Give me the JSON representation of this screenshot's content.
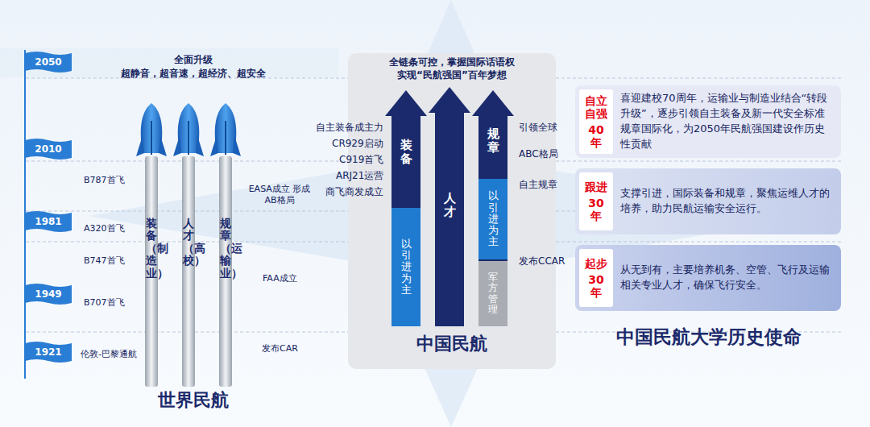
{
  "diagram": {
    "nodes": [
      {
        "text": [
          "2050"
        ]
      },
      {
        "text": [
          "2010"
        ]
      },
      {
        "text": [
          "1981"
        ]
      },
      {
        "text": [
          "1949"
        ]
      },
      {
        "text": [
          "1921"
        ]
      },
      {
        "text": [
          "装备（制造业）"
        ]
      },
      {
        "text": [
          "人才（高校）"
        ]
      },
      {
        "text": [
          "规章（运输业）"
        ]
      },
      {
        "text": [
          "全链条可控，掌握国际话语权 实现“民航强国”百年梦想",
          "中国民航"
        ]
      },
      {
        "text": [
          "装备"
        ],
        "in": 8
      },
      {
        "text": [
          "以引进为主"
        ],
        "in": 9
      },
      {
        "text": [
          "人才"
        ],
        "in": 8
      },
      {
        "text": [
          "规章"
        ],
        "in": 8
      },
      {
        "text": [
          "以引进为主"
        ],
        "in": 12
      },
      {
        "text": [
          "军方管理"
        ],
        "in": 12
      },
      {
        "text": [
          "自立自强",
          "40年",
          "喜迎建校70周年，运输业与制造业结合“转段升级”，逐步引领自主装备及新一代安全标准规章国际化，为2050年民航强国建设作历史性贡献"
        ]
      },
      {
        "text": [
          "跟进",
          "30年",
          "支撑引进，国际装备和规章，聚焦运维人才的培养，助力民航运输安全运行。"
        ]
      },
      {
        "text": [
          "起步",
          "30年",
          "从无到有，主要培养机务、空管、飞行及运输相关专业人才，确保飞行安全。"
        ]
      }
    ],
    "labels": [
      "全面升级",
      "超静音，超音速，超经济、超安全",
      "B787首飞",
      "A320首飞",
      "B747首飞",
      "B707首飞",
      "伦敦-巴黎通航",
      "EASA成立 形成AB格局",
      "FAA成立",
      "发布CAR",
      "世界民航",
      "自主装备成主力",
      "CR929启动",
      "C919首飞",
      "ARJ21运营",
      "商飞商发成立",
      "引领全球",
      "ABC格局",
      "自主规章",
      "发布CCAR",
      "中国民航大学历史使命"
    ]
  }
}
